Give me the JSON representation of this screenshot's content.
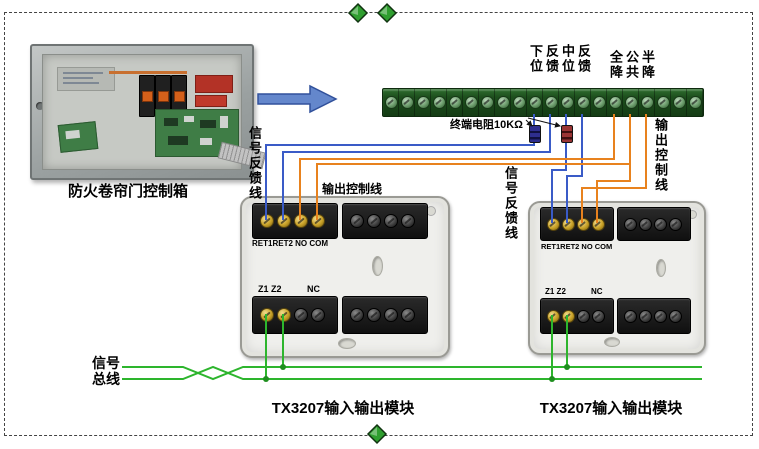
{
  "colors": {
    "wire_blue": "#3a5bc7",
    "wire_orange": "#e8821e",
    "wire_green": "#2db52d",
    "terminal_strip_green": "#1d4f1d",
    "diamond_green": "#2f9e2f"
  },
  "control_box": {
    "caption": "防火卷帘门控制箱"
  },
  "terminal_strip": {
    "labels": {
      "lower_feedback": "下位反馈",
      "middle_feedback": "中位反馈",
      "full_down": "全降",
      "common": "公共",
      "half_down": "半降"
    },
    "termination_resistor": "终端电阻10KΩ"
  },
  "modules": {
    "left": {
      "signal_feedback": "信号反馈线",
      "output_control": "输出控制线",
      "terminal_row": "RET1RET2 NO COM",
      "z_terminals": "Z1 Z2",
      "nc": "NC",
      "caption": "TX3207输入输出模块"
    },
    "right": {
      "signal_feedback": "信号反馈线",
      "output_control": "输出控制线",
      "terminal_row": "RET1RET2 NO COM",
      "z_terminals": "Z1 Z2",
      "nc": "NC",
      "caption": "TX3207输入输出模块"
    }
  },
  "signal_bus": {
    "label_top": "信号",
    "label_bottom": "总线"
  }
}
